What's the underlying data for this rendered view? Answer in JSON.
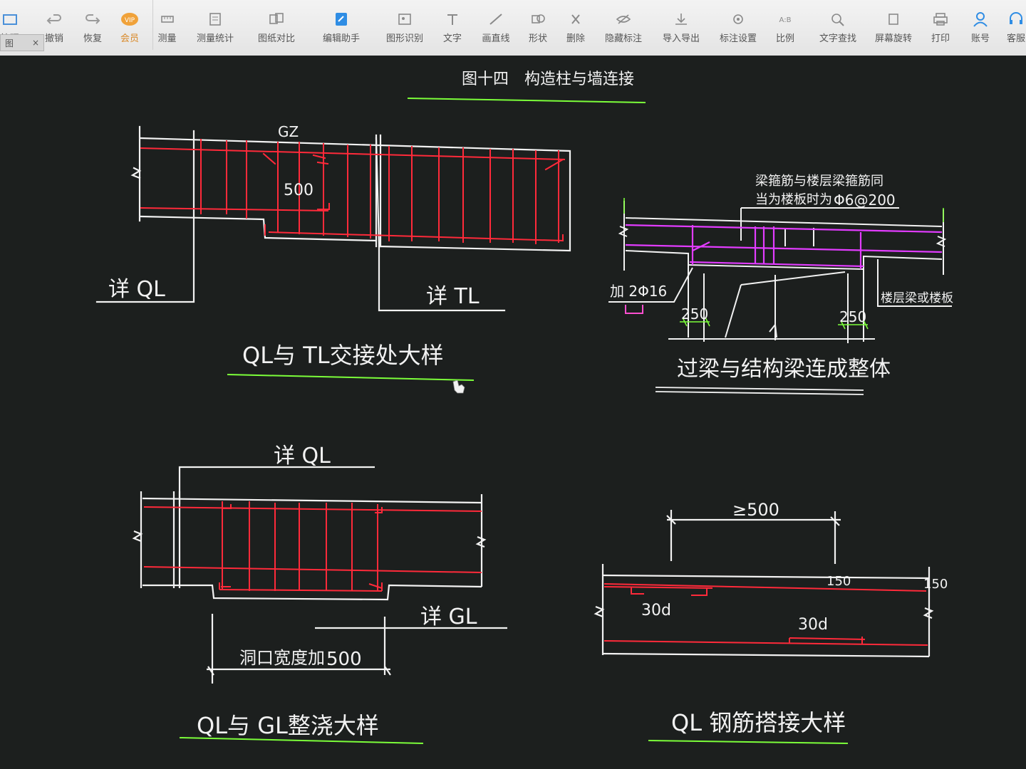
{
  "toolbar": {
    "items": [
      {
        "label": "管理",
        "icon": "manage-icon"
      },
      {
        "label": "撤销",
        "icon": "undo-icon"
      },
      {
        "label": "恢复",
        "icon": "redo-icon"
      },
      {
        "label": "会员",
        "icon": "vip-icon"
      },
      {
        "label": "测量",
        "icon": "measure-icon"
      },
      {
        "label": "测量统计",
        "icon": "measure-stats-icon"
      },
      {
        "label": "图纸对比",
        "icon": "compare-icon"
      },
      {
        "label": "编辑助手",
        "icon": "edit-helper-icon"
      },
      {
        "label": "图形识别",
        "icon": "recognize-icon"
      },
      {
        "label": "文字",
        "icon": "text-icon"
      },
      {
        "label": "画直线",
        "icon": "line-icon"
      },
      {
        "label": "形状",
        "icon": "shape-icon"
      },
      {
        "label": "删除",
        "icon": "delete-icon"
      },
      {
        "label": "隐藏标注",
        "icon": "hide-annotation-icon"
      },
      {
        "label": "导入导出",
        "icon": "import-export-icon"
      },
      {
        "label": "标注设置",
        "icon": "annotation-settings-icon"
      },
      {
        "label": "比例",
        "icon": "scale-icon"
      },
      {
        "label": "文字查找",
        "icon": "text-search-icon"
      },
      {
        "label": "屏幕旋转",
        "icon": "rotate-icon"
      },
      {
        "label": "打印",
        "icon": "print-icon"
      },
      {
        "label": "账号",
        "icon": "account-icon"
      },
      {
        "label": "客服",
        "icon": "support-icon"
      }
    ],
    "vip_badge": "VIP",
    "tab_label": "图",
    "tab_close": "×"
  },
  "drawing": {
    "page_title": "图十四　构造柱与墙连接",
    "d1": {
      "gz": "GZ",
      "dim500": "500",
      "ql_ref": "详 QL",
      "tl_ref": "详 TL",
      "caption": "QL与 TL交接处大样"
    },
    "d2": {
      "note_line1": "梁箍筋与楼层梁箍筋同",
      "note_line2": "当为楼板时为",
      "note_bar": "Φ6@200",
      "add_bar": "加 2Φ16",
      "dim_left": "250",
      "dim_right": "250",
      "slab_note": "楼层梁或楼板",
      "caption": "过梁与结构梁连成整体"
    },
    "d3": {
      "ql_ref": "详 QL",
      "gl_ref": "详 GL",
      "opening_note": "洞口宽度加",
      "dim500": "500",
      "caption": "QL与 GL整浇大样"
    },
    "d4": {
      "dim": "≥500",
      "lap1": "30d",
      "lap2": "30d",
      "dim150a": "150",
      "dim150b": "150",
      "caption": "QL  钢筋搭接大样"
    }
  },
  "colors": {
    "bg": "#1c1f1e",
    "line": "#f2f2f2",
    "rebar": "#ff2a3a",
    "accent": "#7cff3a",
    "magenta": "#e23cff",
    "pink": "#ff4fd0"
  }
}
